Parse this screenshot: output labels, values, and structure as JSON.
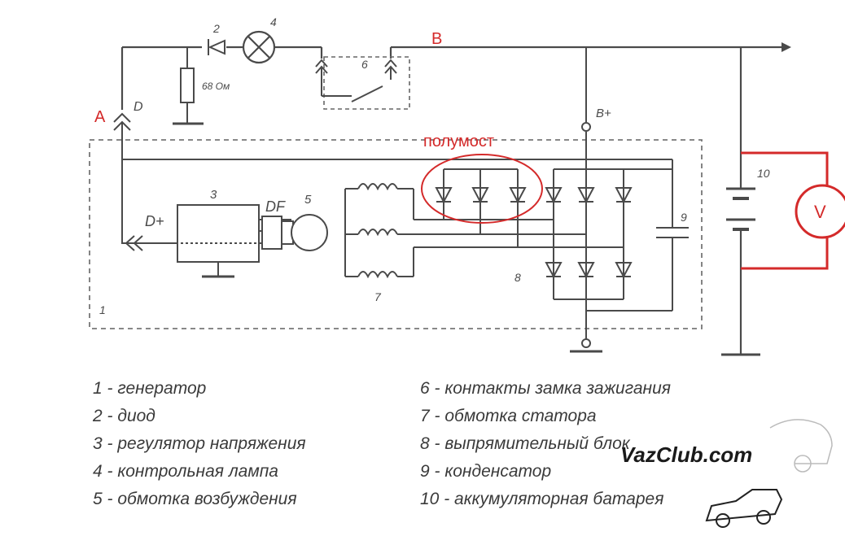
{
  "labels": {
    "point_a": "A",
    "point_b": "B",
    "point_d": "D",
    "point_d_plus": "D+",
    "point_df": "DF",
    "point_b_plus": "B+",
    "resistor_value": "68 Ом",
    "half_bridge": "полумост",
    "voltmeter": "V",
    "num_1": "1",
    "num_2": "2",
    "num_3": "3",
    "num_4": "4",
    "num_5": "5",
    "num_6": "6",
    "num_7": "7",
    "num_8": "8",
    "num_9": "9",
    "num_10": "10"
  },
  "legend": {
    "left": [
      "1 - генератор",
      "2 - диод",
      "3 - регулятор напряжения",
      "4 - контрольная лампа",
      "5 - обмотка возбуждения"
    ],
    "right": [
      "6 - контакты замка зажигания",
      "7 - обмотка статора",
      "8 - выпрямительный блок",
      "9 - конденсатор",
      "10 - аккумуляторная батарея"
    ]
  },
  "watermark": "VazClub.com",
  "colors": {
    "wire": "#4a4a4a",
    "annotation": "#d42a2a",
    "legend_text": "#3a3a3a"
  }
}
